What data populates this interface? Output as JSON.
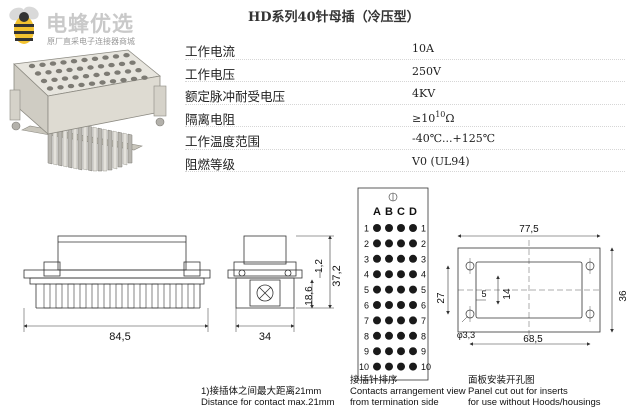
{
  "brand": {
    "name": "电蜂优选",
    "tagline": "原厂直采电子连接器商城"
  },
  "title": "HD系列40针母插（冷压型）",
  "specs": [
    {
      "label": "工作电流",
      "value": "10A"
    },
    {
      "label": "工作电压",
      "value": "250V"
    },
    {
      "label": "额定脉冲耐受电压",
      "value": "4KV"
    },
    {
      "label": "隔离电阻",
      "value_prefix": "≥10",
      "value_exp": "10",
      "value_unit": "Ω"
    },
    {
      "label": "工作温度范围",
      "value": "-40℃...+125℃"
    },
    {
      "label": "阻燃等级",
      "value": "V0 (UL94)"
    }
  ],
  "side_view": {
    "dim_width": "84,5"
  },
  "end_view": {
    "dim_width": "34",
    "dim_height_small": "18,6",
    "dim_height_mid": "1,2",
    "dim_height_total": "37,2"
  },
  "pin_layout": {
    "columns": [
      "A",
      "B",
      "C",
      "D"
    ],
    "rows_left": [
      "1",
      "2",
      "3",
      "4",
      "5",
      "6",
      "7",
      "8",
      "9",
      "10"
    ],
    "rows_right": [
      "1",
      "2",
      "3",
      "4",
      "5",
      "6",
      "7",
      "8",
      "9",
      "10"
    ]
  },
  "panel_cutout": {
    "dim_outer_width": "77,5",
    "dim_hole_spacing": "68,5",
    "dim_outer_height": "36",
    "dim_height_left": "27",
    "dim_inner_height": "14",
    "dim_offset": "5",
    "dim_hole": "φ3,3"
  },
  "notes": {
    "contact_distance": {
      "line1": "1)接插体之间最大距离21mm",
      "line2": "Distance for contact max.21mm"
    },
    "arrangement": {
      "line1": "接插针排序",
      "line2": "Contacts arrangement view",
      "line3": "from termination side"
    },
    "cutout": {
      "line1": "面板安装开孔图",
      "line2": "Panel cut out for inserts",
      "line3": "for use without Hoods/housings"
    }
  },
  "colors": {
    "pin_dot": "#1a1a1a",
    "insulator": "#dcdad2",
    "line": "#333333"
  }
}
